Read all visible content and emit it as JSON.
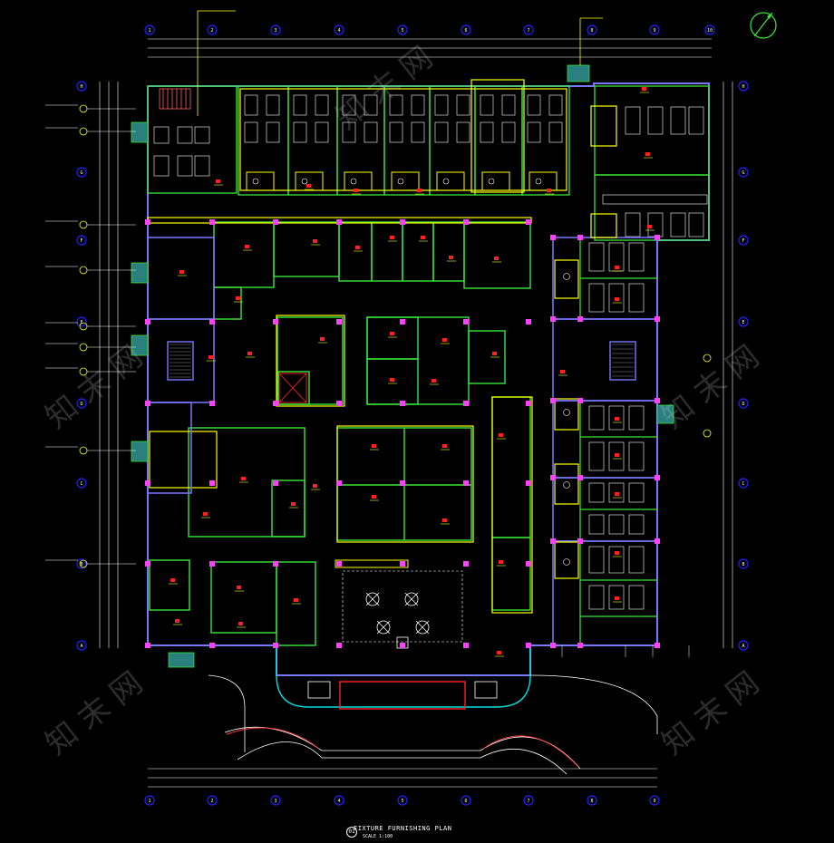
{
  "drawing": {
    "title": "FIXTURE FURNISHING PLAN",
    "subtitle_scale": "SCALE 1:100",
    "plan_number": "01"
  },
  "watermark": {
    "text": "知 末 网"
  },
  "grid_top_labels": [
    "1",
    "2",
    "3",
    "4",
    "5",
    "6",
    "7",
    "8",
    "9",
    "10"
  ],
  "grid_side_labels": [
    "H",
    "G",
    "F",
    "E",
    "D",
    "C",
    "B",
    "A"
  ],
  "colors": {
    "background": "#000000",
    "outer_wall": "#7878ff",
    "room_wall": "#39e639",
    "room_wall_alt": "#ffff00",
    "furniture": "#ffffff",
    "dimension": "#ffffff",
    "axis_circle": "#2020ff",
    "tag": "#ff2020",
    "stair_fill": "#2a7f7f",
    "accent_magenta": "#ff40ff",
    "accent_cyan": "#00e0e0",
    "accent_orange": "#ff9a2a"
  }
}
